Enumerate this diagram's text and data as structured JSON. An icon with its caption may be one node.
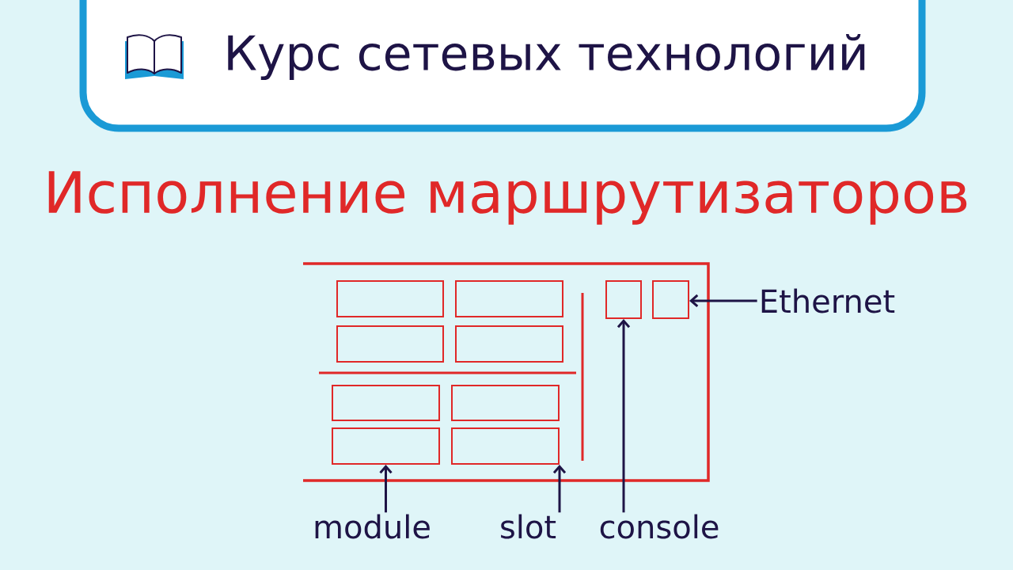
{
  "diagram": {
    "title": "Исполнение маршрутизаторов",
    "nodes": [
      {
        "text": [
          "Курс сетевых технологий"
        ]
      },
      {
        "text": [],
        "shape": "box"
      },
      {
        "text": [],
        "shape": "box",
        "in": 1
      },
      {
        "text": [],
        "shape": "box",
        "in": 1
      },
      {
        "text": [],
        "shape": "box",
        "in": 1
      },
      {
        "text": [],
        "shape": "box",
        "in": 1
      },
      {
        "text": [],
        "shape": "box",
        "in": 1
      },
      {
        "text": [],
        "shape": "box",
        "in": 1
      },
      {
        "text": [],
        "shape": "box",
        "in": 1
      },
      {
        "text": [],
        "shape": "box",
        "in": 1
      },
      {
        "text": [],
        "shape": "box",
        "in": 1
      },
      {
        "text": [],
        "shape": "box",
        "in": 1
      },
      {
        "text": [
          "module"
        ]
      },
      {
        "text": [
          "slot"
        ]
      },
      {
        "text": [
          "console"
        ]
      },
      {
        "text": [
          "Ethernet"
        ]
      }
    ],
    "edges": [
      {
        "from": 12,
        "to": 8,
        "arrow": "to"
      },
      {
        "from": 13,
        "to": 9,
        "arrow": "to"
      },
      {
        "from": 14,
        "to": 10,
        "arrow": "to"
      },
      {
        "from": 15,
        "to": 11,
        "arrow": "to"
      }
    ]
  }
}
